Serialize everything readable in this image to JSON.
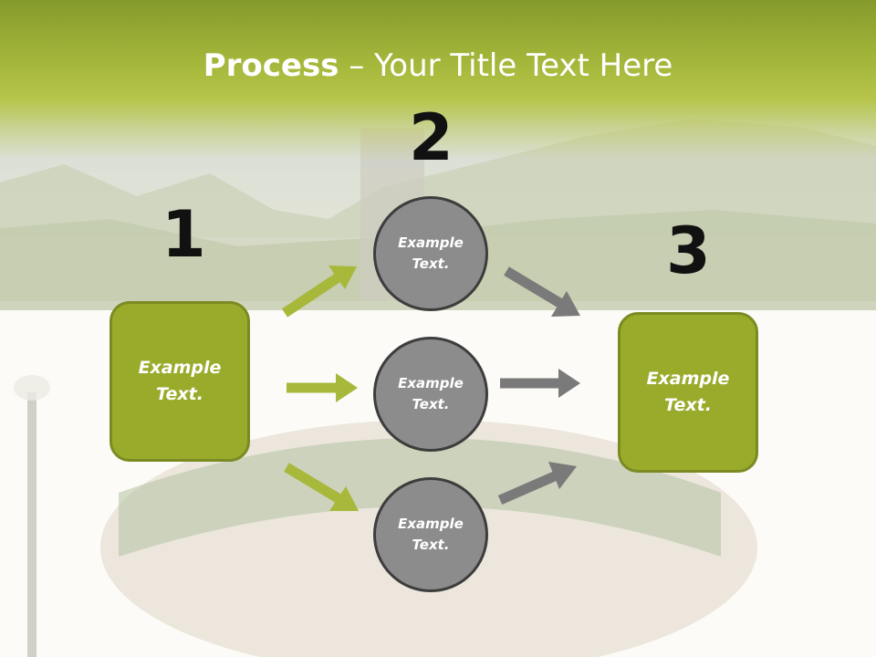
{
  "title": {
    "bold": "Process",
    "rest": " – Your Title Text Here"
  },
  "steps": {
    "one": "1",
    "two": "2",
    "three": "3"
  },
  "boxes": {
    "left": "Example Text.",
    "right": "Example Text."
  },
  "circles": {
    "top": "Example Text.",
    "middle": "Example Text.",
    "bottom": "Example Text."
  },
  "colors": {
    "accent_green": "#9aab2c",
    "circle_gray": "#8c8c8c",
    "arrow_green": "#a8b83a",
    "arrow_gray": "#7a7a7a"
  }
}
